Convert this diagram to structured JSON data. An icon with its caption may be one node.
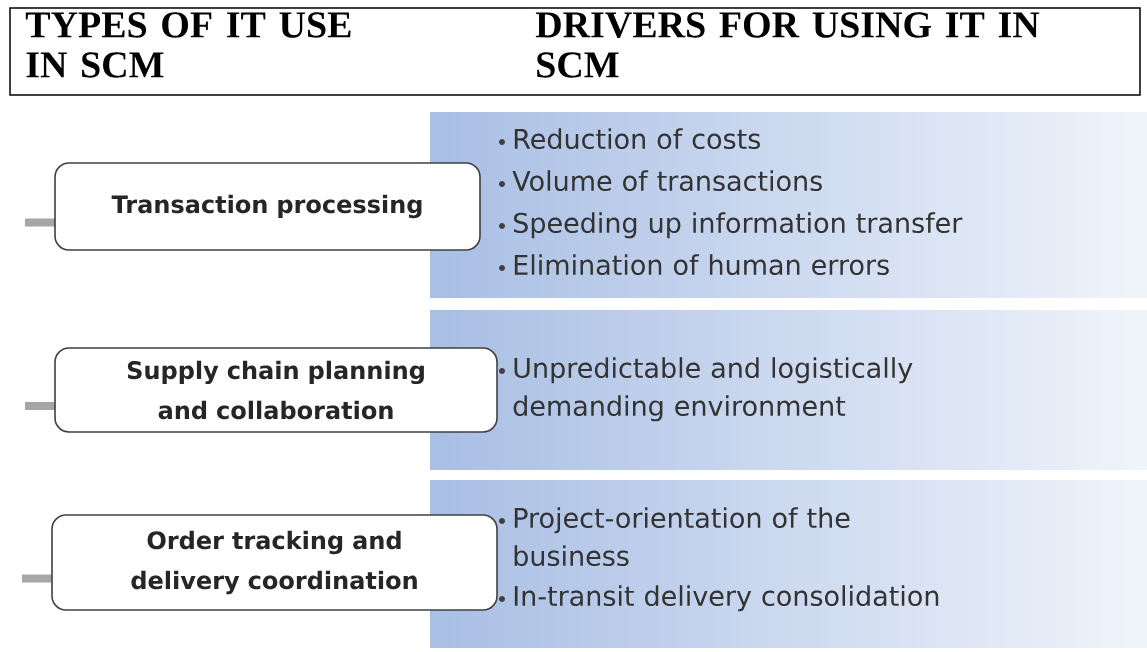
{
  "diagram": {
    "nodes": [
      {
        "text": [
          "TYPES OF IT USE IN SCM",
          "DRIVERS FOR USING IT IN SCM"
        ]
      },
      {
        "text": [
          "Transaction processing"
        ]
      },
      {
        "text": [
          "Reduction of costs",
          "Volume of transactions",
          "Speeding up information transfer",
          "Elimination of human errors"
        ]
      },
      {
        "text": [
          "Supply chain planning and collaboration"
        ]
      },
      {
        "text": [
          "Unpredictable and logistically demanding environment"
        ]
      },
      {
        "text": [
          "Order tracking and delivery coordination"
        ]
      },
      {
        "text": [
          "Project-orientation of the business",
          "In-transit delivery consolidation"
        ]
      }
    ],
    "edges": []
  }
}
